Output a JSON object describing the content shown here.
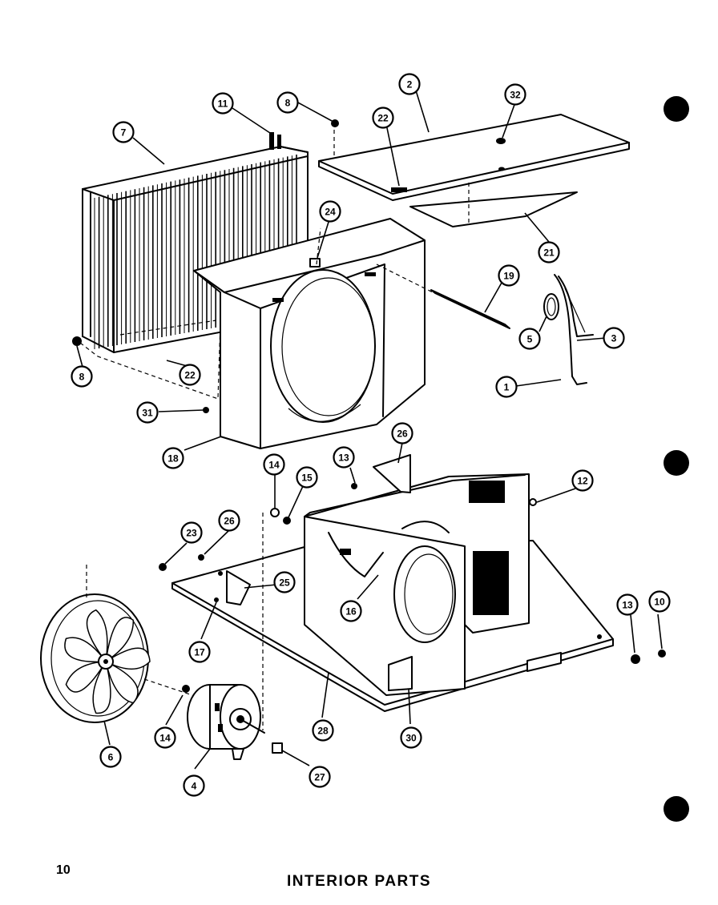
{
  "page": {
    "number": "10",
    "title": "INTERIOR PARTS"
  },
  "callouts": [
    {
      "id": "c1",
      "label": "1"
    },
    {
      "id": "c2",
      "label": "2"
    },
    {
      "id": "c3",
      "label": "3"
    },
    {
      "id": "c4",
      "label": "4"
    },
    {
      "id": "c5",
      "label": "5"
    },
    {
      "id": "c6",
      "label": "6"
    },
    {
      "id": "c7",
      "label": "7"
    },
    {
      "id": "c8a",
      "label": "8"
    },
    {
      "id": "c8b",
      "label": "8"
    },
    {
      "id": "c10",
      "label": "10"
    },
    {
      "id": "c11",
      "label": "11"
    },
    {
      "id": "c12",
      "label": "12"
    },
    {
      "id": "c13a",
      "label": "13"
    },
    {
      "id": "c13b",
      "label": "13"
    },
    {
      "id": "c14a",
      "label": "14"
    },
    {
      "id": "c14b",
      "label": "14"
    },
    {
      "id": "c15",
      "label": "15"
    },
    {
      "id": "c16",
      "label": "16"
    },
    {
      "id": "c17",
      "label": "17"
    },
    {
      "id": "c18",
      "label": "18"
    },
    {
      "id": "c19",
      "label": "19"
    },
    {
      "id": "c21",
      "label": "21"
    },
    {
      "id": "c22a",
      "label": "22"
    },
    {
      "id": "c22b",
      "label": "22"
    },
    {
      "id": "c23",
      "label": "23"
    },
    {
      "id": "c24",
      "label": "24"
    },
    {
      "id": "c25",
      "label": "25"
    },
    {
      "id": "c26a",
      "label": "26"
    },
    {
      "id": "c26b",
      "label": "26"
    },
    {
      "id": "c27",
      "label": "27"
    },
    {
      "id": "c28",
      "label": "28"
    },
    {
      "id": "c30",
      "label": "30"
    },
    {
      "id": "c31",
      "label": "31"
    },
    {
      "id": "c32",
      "label": "32"
    }
  ]
}
